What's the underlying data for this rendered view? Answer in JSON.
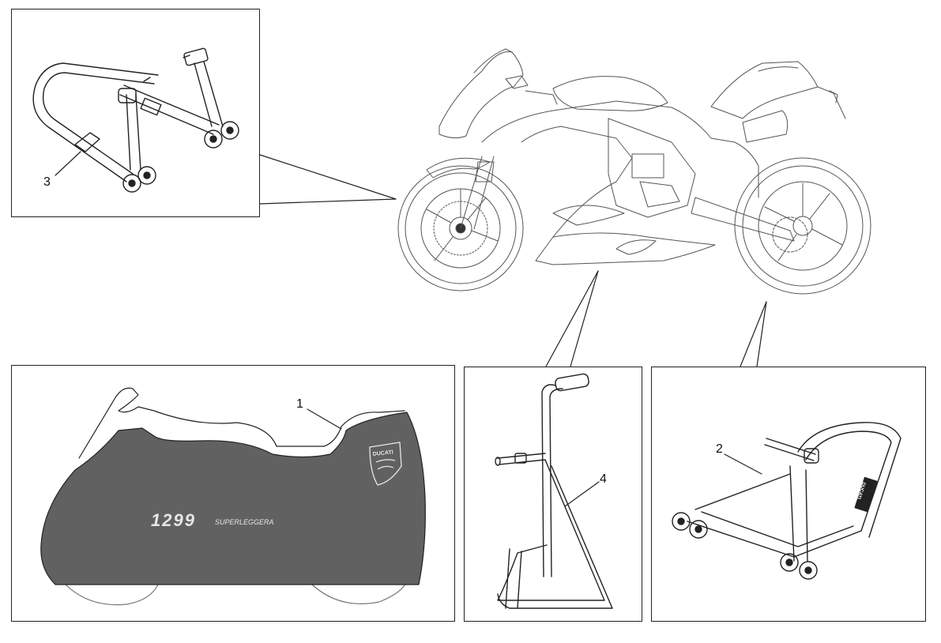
{
  "callouts": {
    "cover": "1",
    "rear_stand": "2",
    "front_stand": "3",
    "single_stand": "4"
  },
  "cover_print": {
    "model": "1299",
    "name": "SUPERLEGGERA",
    "brand_logo": "DUCATI"
  },
  "stand_print": "DUCATI",
  "colors": {
    "line": "#222222",
    "cover_fill": "#616161",
    "background": "#ffffff"
  }
}
